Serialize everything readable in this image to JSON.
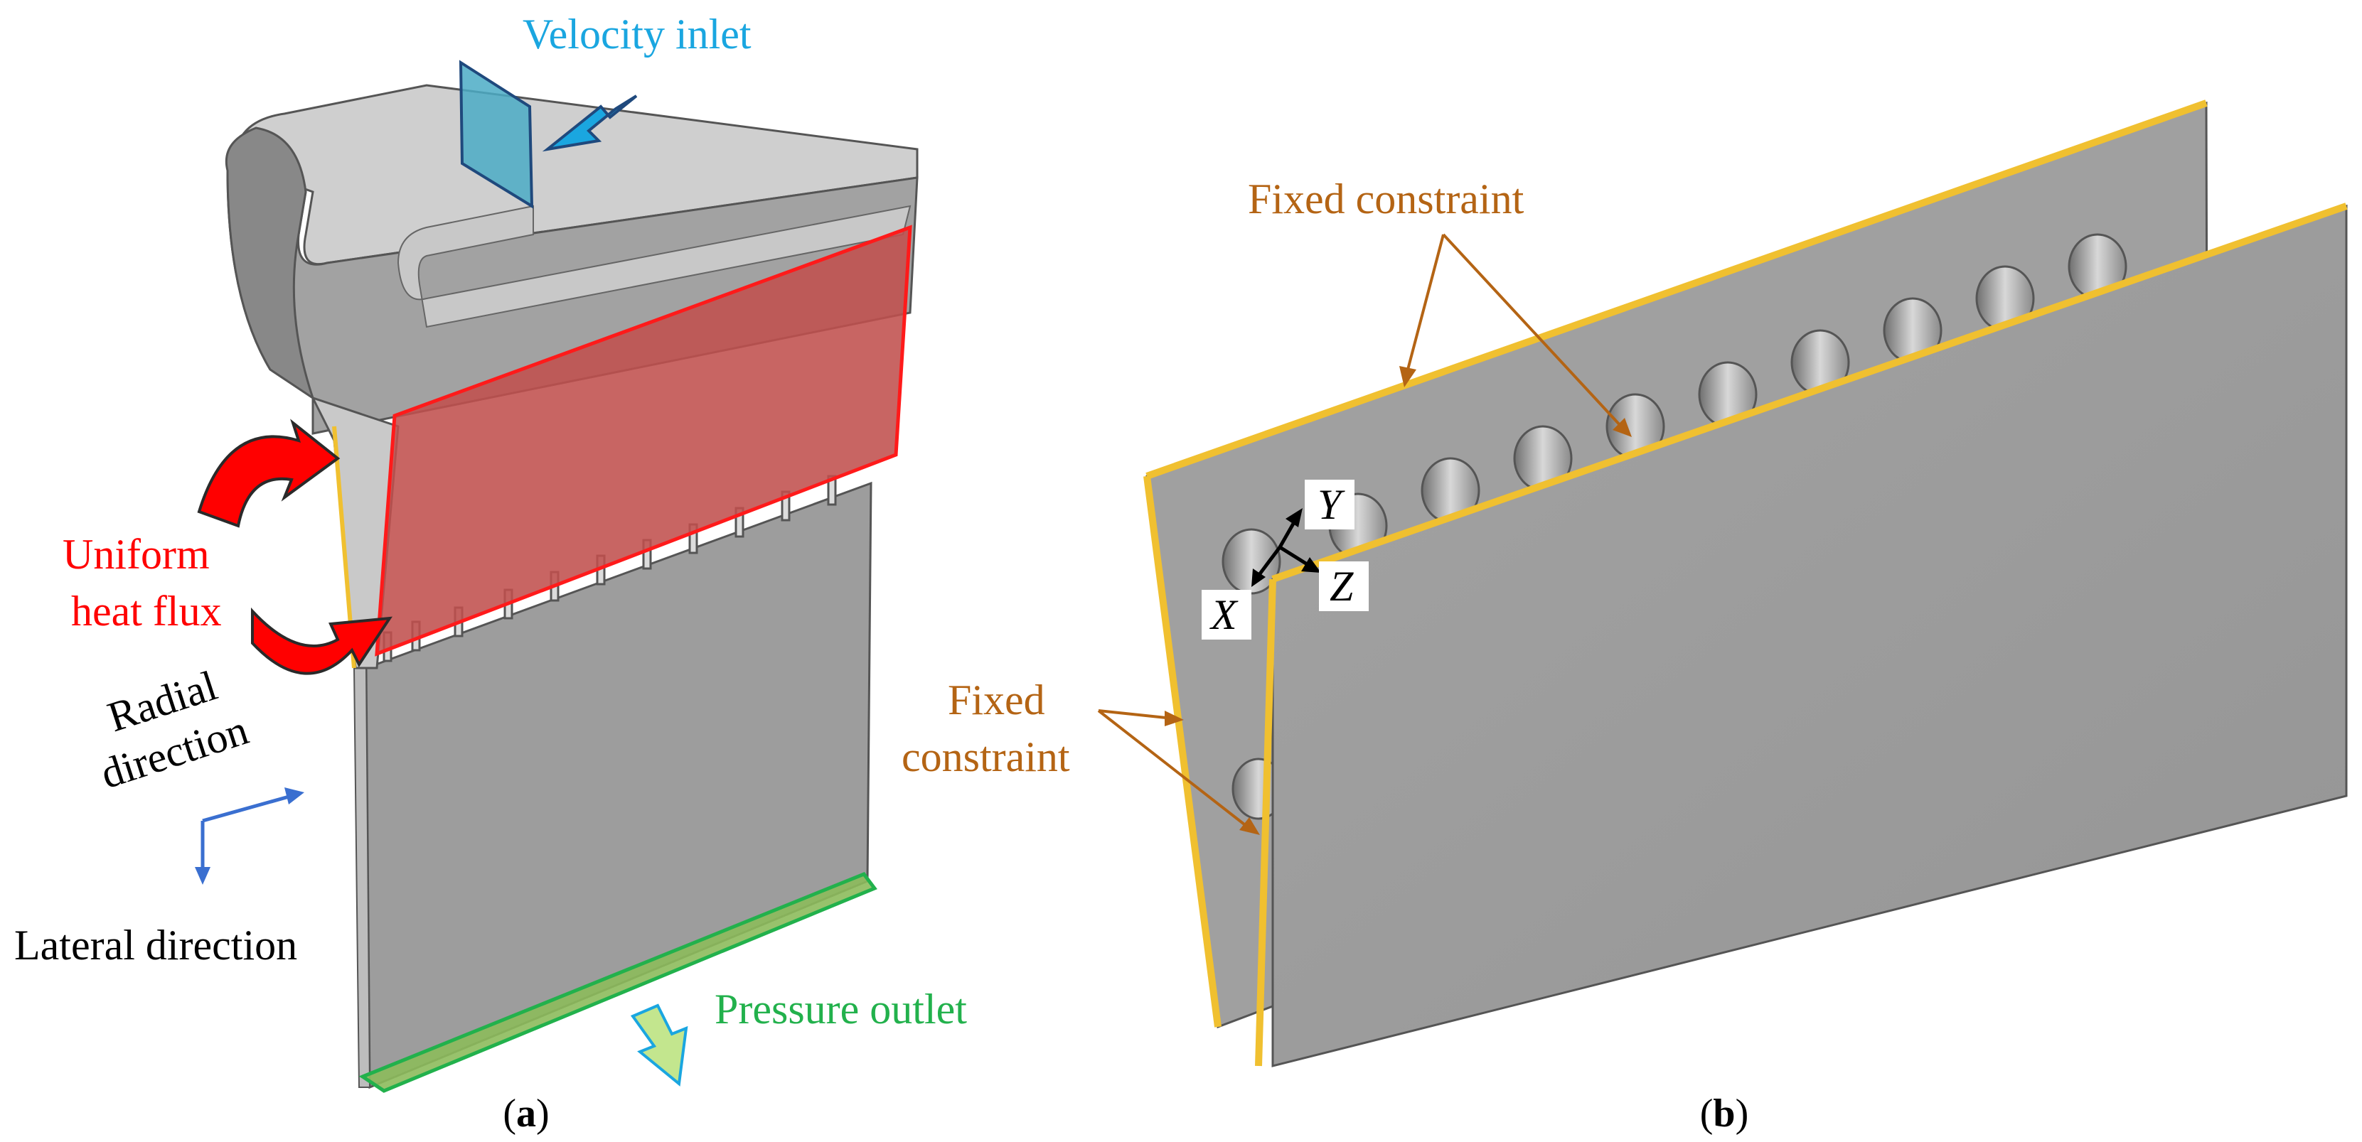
{
  "panel_a": {
    "velocity_inlet": "Velocity inlet",
    "heat_flux_line1": "Uniform",
    "heat_flux_line2": "heat flux",
    "radial_line1": "Radial",
    "radial_line2": "direction",
    "lateral": "Lateral direction",
    "pressure_outlet": "Pressure outlet",
    "caption_open": "(",
    "caption_letter": "a",
    "caption_close": ")"
  },
  "panel_b": {
    "fixed_top": "Fixed constraint",
    "fixed_left_line1": "Fixed",
    "fixed_left_line2": "constraint",
    "axis_y": "Y",
    "axis_z": "Z",
    "axis_x": "X",
    "caption_open": "(",
    "caption_letter": "b",
    "caption_close": ")"
  },
  "colors": {
    "velocity": "#1aa6e0",
    "heat": "#ff1a1a",
    "fixed": "#b46414",
    "pressure": "#22b14c",
    "steel": "#9c9c9c",
    "edge_yellow": "#f0c030"
  }
}
